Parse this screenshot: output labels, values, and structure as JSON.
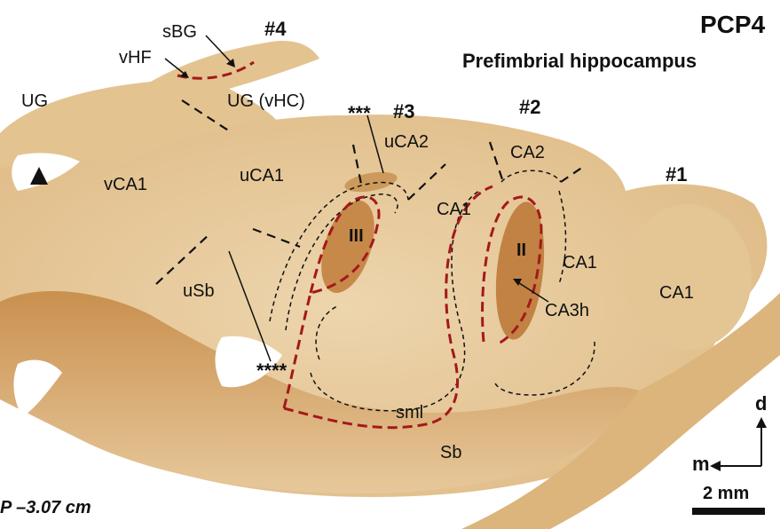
{
  "figure": {
    "stain": "PCP4",
    "region": "Prefimbrial hippocampus",
    "section_coordinate": "P –3.07 cm",
    "scale_bar": "2 mm",
    "colors": {
      "tissue_light": "#e6c79a",
      "tissue_mid": "#d8ad73",
      "tissue_dark": "#b77a39",
      "red_outline": "#a3191b",
      "black_outline": "#111111"
    }
  },
  "sections": [
    "#1",
    "#2",
    "#3",
    "#4"
  ],
  "regions": {
    "sBG": "sBG",
    "vHF": "vHF",
    "UG": "UG",
    "UG_vHC": "UG (vHC)",
    "vCA1": "vCA1",
    "uCA1": "uCA1",
    "uCA2": "uCA2",
    "CA2": "CA2",
    "CA1": "CA1",
    "uSb": "uSb",
    "CA3h": "CA3h",
    "Sb": "Sb",
    "sml": "sml",
    "fold_III": "III",
    "fold_II": "II"
  },
  "markers": {
    "triple_asterisk": "***",
    "quad_asterisk": "****",
    "arrowhead": "triangle-marker"
  },
  "compass": {
    "dorsal": "d",
    "medial": "m"
  }
}
